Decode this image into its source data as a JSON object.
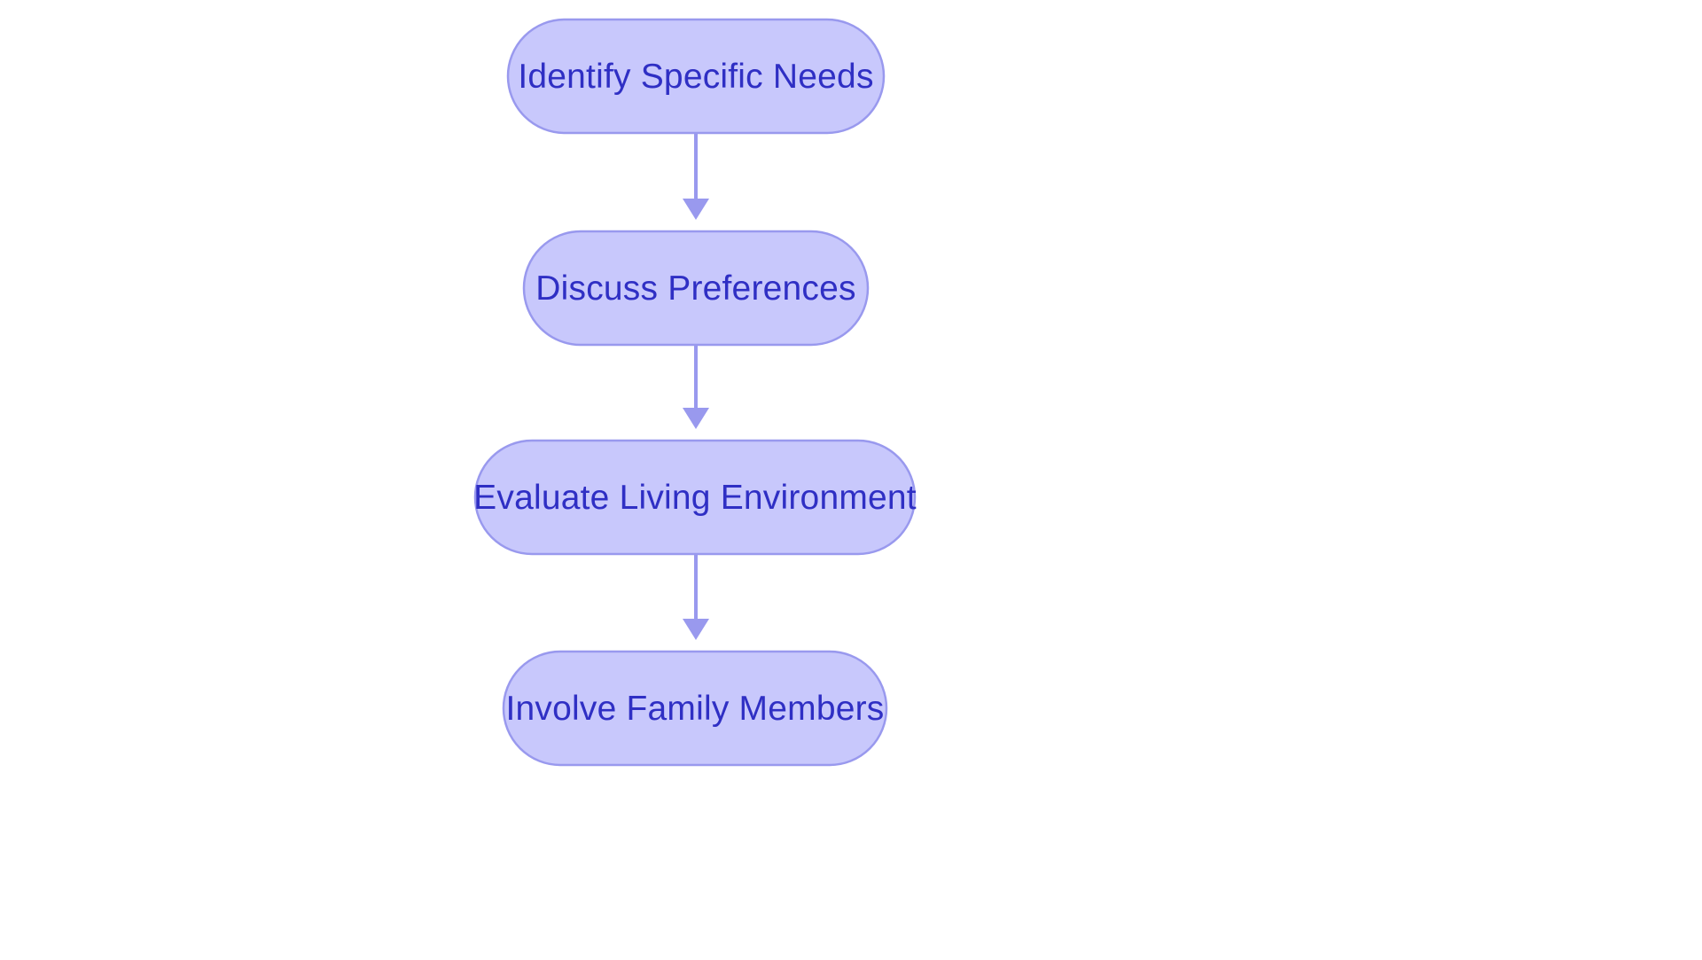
{
  "diagram": {
    "type": "flowchart",
    "title": "",
    "orientation": "top-to-bottom",
    "background_color": "#FFFFFF",
    "node_fill_color": "#C8C8FC",
    "node_border_color": "#9999EE",
    "node_text_color": "#2F2FC4",
    "edge_color": "#9999EE",
    "nodes": [
      {
        "id": "n1",
        "label": "Identify Specific Needs",
        "shape": "stadium",
        "order": 1
      },
      {
        "id": "n2",
        "label": "Discuss Preferences",
        "shape": "stadium",
        "order": 2
      },
      {
        "id": "n3",
        "label": "Evaluate Living Environment",
        "shape": "stadium",
        "order": 3
      },
      {
        "id": "n4",
        "label": "Involve Family Members",
        "shape": "stadium",
        "order": 4
      }
    ],
    "edges": [
      {
        "id": "e1",
        "from": "n1",
        "to": "n2",
        "label": "",
        "arrow": "arrowhead-down-icon"
      },
      {
        "id": "e2",
        "from": "n2",
        "to": "n3",
        "label": "",
        "arrow": "arrowhead-down-icon"
      },
      {
        "id": "e3",
        "from": "n3",
        "to": "n4",
        "label": "",
        "arrow": "arrowhead-down-icon"
      }
    ]
  }
}
